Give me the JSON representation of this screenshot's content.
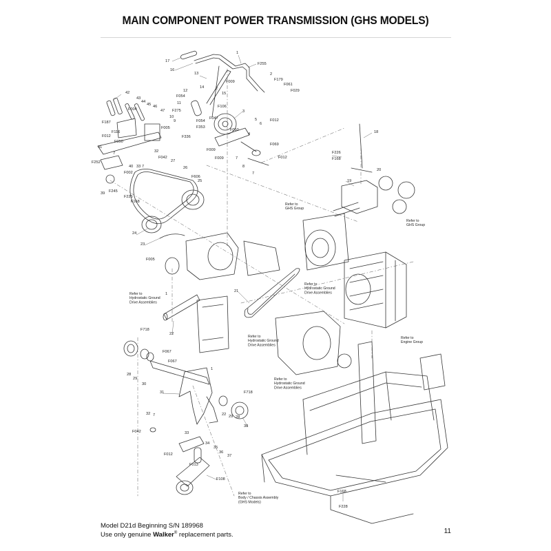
{
  "title": "MAIN COMPONENT POWER TRANSMISSION (GHS MODELS)",
  "footer": {
    "line1": "Model D21d Beginning S/N 189968",
    "line2_prefix": "Use only genuine ",
    "brand": "Walker",
    "registered_mark": "®",
    "line2_suffix": " replacement parts."
  },
  "page_number": "11",
  "refs": {
    "ghs_group_1": "Refer to|GHS Group",
    "ghs_group_2": "Refer to|GHS Group",
    "hydro_1": "Refer to|Hydrostatic Ground|Drive Assemblies",
    "hydro_2": "Refer to|Hydrostatic Ground|Drive Assemblies",
    "hydro_3": "Refer to|Hydrostatic Ground|Drive Assemblies",
    "hydro_4": "Refer to|Hydrostatic Ground|Drive Assemblies",
    "engine": "Refer to|Engine Group",
    "chassis": "Refer to|Body / Chassis Assembly|(GHS Models)"
  },
  "callouts": [
    {
      "id": "c1",
      "label": "17"
    },
    {
      "id": "c2",
      "label": "16"
    },
    {
      "id": "c3",
      "label": "1"
    },
    {
      "id": "c4",
      "label": "F255"
    },
    {
      "id": "c5",
      "label": "13"
    },
    {
      "id": "c6",
      "label": "2"
    },
    {
      "id": "c7",
      "label": "F179"
    },
    {
      "id": "c8",
      "label": "F061"
    },
    {
      "id": "c9",
      "label": "F009"
    },
    {
      "id": "c10",
      "label": "F029"
    },
    {
      "id": "c11",
      "label": "12"
    },
    {
      "id": "c12",
      "label": "14"
    },
    {
      "id": "c13",
      "label": "2"
    },
    {
      "id": "c14",
      "label": "15"
    },
    {
      "id": "c15",
      "label": "F054"
    },
    {
      "id": "c16",
      "label": "11"
    },
    {
      "id": "c17",
      "label": "F106"
    },
    {
      "id": "c18",
      "label": "42"
    },
    {
      "id": "c19",
      "label": "43"
    },
    {
      "id": "c20",
      "label": "44"
    },
    {
      "id": "c21",
      "label": "45"
    },
    {
      "id": "c22",
      "label": "46"
    },
    {
      "id": "c23",
      "label": "F275"
    },
    {
      "id": "c24",
      "label": "47"
    },
    {
      "id": "c25",
      "label": "10"
    },
    {
      "id": "c26",
      "label": "9"
    },
    {
      "id": "c27",
      "label": "F054"
    },
    {
      "id": "c28",
      "label": "F353"
    },
    {
      "id": "c29",
      "label": "F047"
    },
    {
      "id": "c30",
      "label": "3"
    },
    {
      "id": "c31",
      "label": "F004"
    },
    {
      "id": "c32",
      "label": "F187"
    },
    {
      "id": "c33",
      "label": "F005"
    },
    {
      "id": "c34",
      "label": "F336"
    },
    {
      "id": "c35",
      "label": "5"
    },
    {
      "id": "c36",
      "label": "6"
    },
    {
      "id": "c37",
      "label": "F012"
    },
    {
      "id": "c38",
      "label": "F116"
    },
    {
      "id": "c39",
      "label": "F012"
    },
    {
      "id": "c40",
      "label": "F050"
    },
    {
      "id": "c41",
      "label": "F050"
    },
    {
      "id": "c42",
      "label": "4"
    },
    {
      "id": "c43",
      "label": "F069"
    },
    {
      "id": "c44",
      "label": "18"
    },
    {
      "id": "c45",
      "label": "7"
    },
    {
      "id": "c46",
      "label": "41"
    },
    {
      "id": "c47",
      "label": "32"
    },
    {
      "id": "c48",
      "label": "F009"
    },
    {
      "id": "c49",
      "label": "7"
    },
    {
      "id": "c50",
      "label": "F009"
    },
    {
      "id": "c51",
      "label": "F012"
    },
    {
      "id": "c52",
      "label": "F226"
    },
    {
      "id": "c53",
      "label": "F168"
    },
    {
      "id": "c54",
      "label": "F252"
    },
    {
      "id": "c55",
      "label": "40"
    },
    {
      "id": "c56",
      "label": "33"
    },
    {
      "id": "c57",
      "label": "7"
    },
    {
      "id": "c58",
      "label": "F042"
    },
    {
      "id": "c59",
      "label": "27"
    },
    {
      "id": "c60",
      "label": "8"
    },
    {
      "id": "c61",
      "label": "F002"
    },
    {
      "id": "c62",
      "label": "26"
    },
    {
      "id": "c63",
      "label": "7"
    },
    {
      "id": "c64",
      "label": "20"
    },
    {
      "id": "c65",
      "label": "F606"
    },
    {
      "id": "c66",
      "label": "25"
    },
    {
      "id": "c67",
      "label": "19"
    },
    {
      "id": "c68",
      "label": "39"
    },
    {
      "id": "c69",
      "label": "F245"
    },
    {
      "id": "c70",
      "label": "F226"
    },
    {
      "id": "c71",
      "label": "F168"
    },
    {
      "id": "c72",
      "label": "24"
    },
    {
      "id": "c73",
      "label": "23"
    },
    {
      "id": "c74",
      "label": "F005"
    },
    {
      "id": "c75",
      "label": "1"
    },
    {
      "id": "c76",
      "label": "21"
    },
    {
      "id": "c77",
      "label": "22"
    },
    {
      "id": "c78",
      "label": "F718"
    },
    {
      "id": "c79",
      "label": "F067"
    },
    {
      "id": "c80",
      "label": "F067"
    },
    {
      "id": "c81",
      "label": "28"
    },
    {
      "id": "c82",
      "label": "29"
    },
    {
      "id": "c83",
      "label": "30"
    },
    {
      "id": "c84",
      "label": "1"
    },
    {
      "id": "c85",
      "label": "31"
    },
    {
      "id": "c86",
      "label": "F718"
    },
    {
      "id": "c87",
      "label": "22"
    },
    {
      "id": "c88",
      "label": "29"
    },
    {
      "id": "c89",
      "label": "28"
    },
    {
      "id": "c90",
      "label": "38"
    },
    {
      "id": "c91",
      "label": "32"
    },
    {
      "id": "c92",
      "label": "7"
    },
    {
      "id": "c93",
      "label": "F042"
    },
    {
      "id": "c94",
      "label": "33"
    },
    {
      "id": "c95",
      "label": "34"
    },
    {
      "id": "c96",
      "label": "35"
    },
    {
      "id": "c97",
      "label": "36"
    },
    {
      "id": "c98",
      "label": "37"
    },
    {
      "id": "c99",
      "label": "F012"
    },
    {
      "id": "c100",
      "label": "F013"
    },
    {
      "id": "c101",
      "label": "F108"
    },
    {
      "id": "c102",
      "label": "F168"
    },
    {
      "id": "c103",
      "label": "F228"
    }
  ]
}
